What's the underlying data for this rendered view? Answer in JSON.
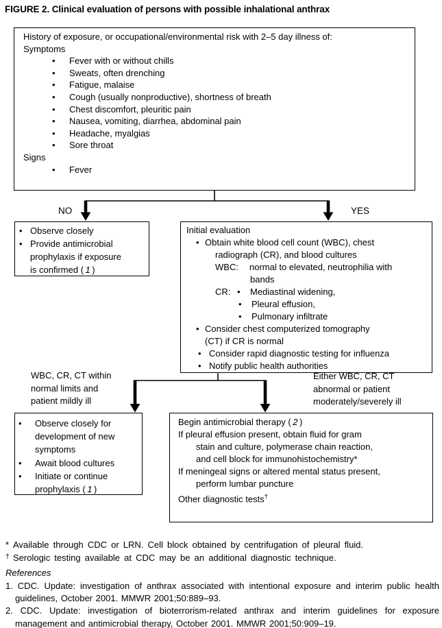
{
  "colors": {
    "ink": "#000000",
    "paper": "#ffffff"
  },
  "glyphs": {
    "bullet": "•"
  },
  "figure": {
    "title": "FIGURE 2. Clinical evaluation of persons with possible inhalational anthrax"
  },
  "top_box": {
    "intro": "History of exposure, or occupational/environmental risk with 2–5 day illness of:",
    "symptoms_label": "Symptoms",
    "symptoms": [
      "Fever with or without chills",
      "Sweats, often drenching",
      "Fatigue, malaise",
      "Cough (usually nonproductive), shortness of breath",
      "Chest discomfort, pleuritic pain",
      "Nausea, vomiting, diarrhea, abdominal pain",
      "Headache, myalgias",
      "Sore throat"
    ],
    "signs_label": "Signs",
    "signs": [
      "Fever"
    ]
  },
  "branch1": {
    "no_label": "NO",
    "yes_label": "YES"
  },
  "no_box": {
    "i1": "Observe closely",
    "i2_l1": "Provide antimicrobial",
    "i2_l2": "prophylaxis if exposure",
    "i2_l3_pre": "is confirmed (",
    "i2_ref": "1",
    "i2_l3_post": ")"
  },
  "yes_box": {
    "title": "Initial evaluation",
    "b1": "Obtain white blood cell count (WBC), chest",
    "b1_cont": "radiograph (CR), and blood cultures",
    "wbc_label": "WBC:",
    "wbc_text": "normal to elevated, neutrophilia with",
    "wbc_cont": "bands",
    "cr_label": "CR:",
    "cr_item1": "Mediastinal widening,",
    "cr_item2": "Pleural effusion,",
    "cr_item3": "Pulmonary infiltrate",
    "b2": "Consider chest computerized tomography",
    "b2_cont": "(CT) if CR is normal",
    "b3": "Consider rapid diagnostic testing for influenza",
    "b4": "Notify public health authorities"
  },
  "branch2": {
    "left_label": [
      "WBC, CR, CT within",
      "normal limits and",
      "patient mildly ill"
    ],
    "right_label": [
      "Either WBC, CR, CT",
      "abnormal or patient",
      "moderately/severely ill"
    ]
  },
  "bottom_left_box": {
    "i1_l1": "Observe closely for",
    "i1_l2": "development of new",
    "i1_l3": "symptoms",
    "i2": "Await blood cultures",
    "i3_l1": "Initiate or continue",
    "i3_l2_pre": "prophylaxis (",
    "i3_ref": "1",
    "i3_l2_post": ")"
  },
  "bottom_right_box": {
    "l1_pre": "Begin antimicrobial therapy (",
    "l1_ref": "2",
    "l1_post": ")",
    "l2": "If pleural effusion present, obtain fluid for gram",
    "l3": "stain and culture, polymerase chain reaction,",
    "l4": "and cell block for immunohistochemistry*",
    "l5": "If meningeal signs or altered mental status present,",
    "l6": "perform lumbar puncture",
    "l7": "Other diagnostic tests",
    "l7_sup": "†"
  },
  "footnotes": {
    "f1_marker": "*",
    "f1_text": "Available through CDC or LRN. Cell block obtained by centrifugation of pleural fluid.",
    "f2_marker": "†",
    "f2_text": "Serologic testing available at CDC may be an additional diagnostic technique."
  },
  "references": {
    "heading": "References",
    "r1_num": "1.",
    "r1_text": "CDC. Update: investigation of anthrax associated with intentional exposure and interim public health guidelines, October 2001. MMWR 2001;50:889–93.",
    "r2_num": "2.",
    "r2_text": "CDC. Update: investigation of bioterrorism-related anthrax and interim guidelines for exposure management and antimicrobial therapy, October 2001. MMWR 2001;50:909–19."
  }
}
